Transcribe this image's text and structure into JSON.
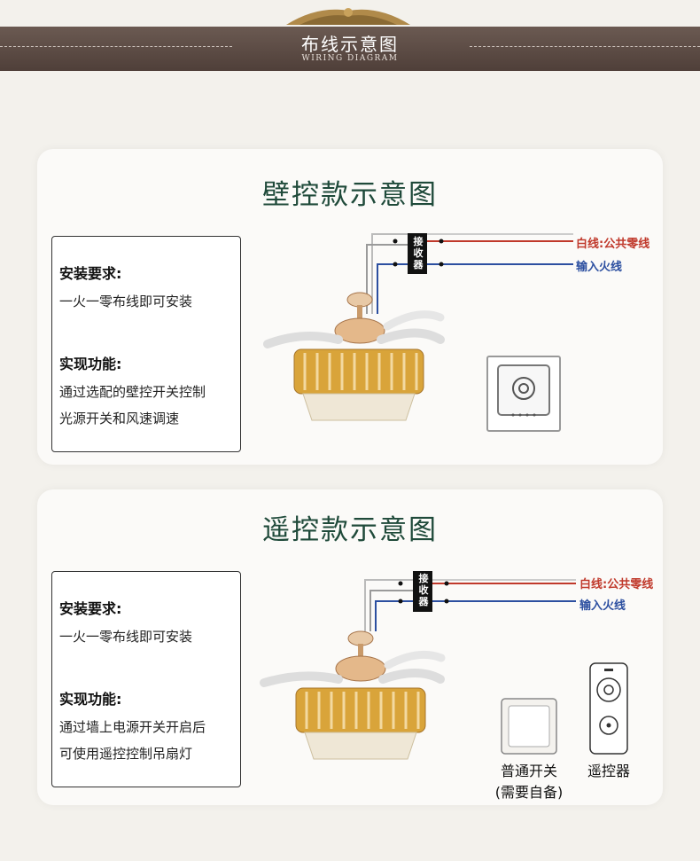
{
  "header": {
    "title": "布线示意图",
    "subtitle": "WIRING DIAGRAM"
  },
  "wall": {
    "title": "壁控款示意图",
    "req_heading": "安装要求:",
    "req_text": "一火一零布线即可安装",
    "func_heading": "实现功能:",
    "func_line1": "通过选配的壁控开关控制",
    "func_line2": "光源开关和风速调速",
    "receiver_label": [
      "接",
      "收",
      "器"
    ],
    "wire_white_label": "白线:公共零线",
    "wire_live_label": "输入火线"
  },
  "remote": {
    "title": "遥控款示意图",
    "req_heading": "安装要求:",
    "req_text": "一火一零布线即可安装",
    "func_heading": "实现功能:",
    "func_line1": "通过墙上电源开关开启后",
    "func_line2": "可使用遥控控制吊扇灯",
    "receiver_label": [
      "接",
      "收",
      "器"
    ],
    "wire_white_label": "白线:公共零线",
    "wire_live_label": "输入火线",
    "switch_caption_1": "普通开关",
    "switch_caption_2": "(需要自备)",
    "remote_caption": "遥控器"
  },
  "colors": {
    "header_band": "#5b4a44",
    "title_green": "#1f4a3a",
    "wire_red": "#c0392b",
    "wire_blue": "#2c4fa0",
    "gold": "#d9a43a"
  }
}
